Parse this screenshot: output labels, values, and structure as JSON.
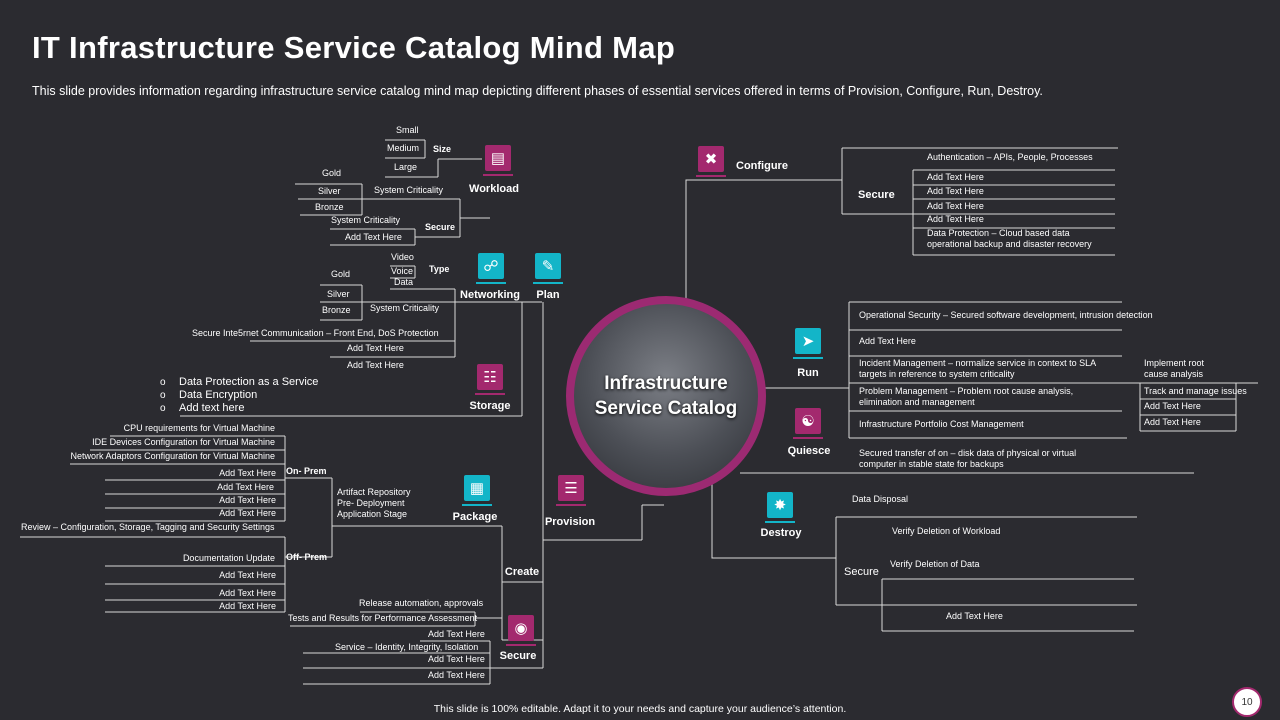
{
  "slide": {
    "title": "IT Infrastructure Service Catalog Mind Map",
    "subtitle": "This slide provides information regarding infrastructure service catalog mind map depicting different phases of essential services offered in terms of Provision, Configure, Run, Destroy.",
    "footer": "This slide is 100% editable. Adapt it to your needs and capture your audience’s attention.",
    "page_number": "10"
  },
  "hub": {
    "line1": "Infrastructure",
    "line2": "Service Catalog"
  },
  "nodes": {
    "workload": "Workload",
    "networking": "Networking",
    "plan": "Plan",
    "storage": "Storage",
    "package": "Package",
    "provision": "Provision",
    "create": "Create",
    "secure_bottom": "Secure",
    "configure": "Configure",
    "run": "Run",
    "quiesce": "Quiesce",
    "destroy": "Destroy"
  },
  "workload": {
    "size_label": "Size",
    "sizes": [
      "Small",
      "Medium",
      "Large"
    ],
    "system_criticality": "System Criticality",
    "tiers": [
      "Gold",
      "Silver",
      "Bronze"
    ],
    "secure_label": "Secure",
    "secure_items": [
      "System Criticality",
      "Add Text Here"
    ]
  },
  "networking": {
    "type_label": "Type",
    "types": [
      "Video",
      "Voice",
      "Data"
    ],
    "tiers": [
      "Gold",
      "Silver",
      "Bronze"
    ],
    "system_criticality": "System Criticality",
    "secure_comm": "Secure Inte5rnet Communication – Front End, DoS Protection",
    "add1": "Add Text Here",
    "add2": "Add Text Here"
  },
  "storage_list": [
    "Data Protection as a Service",
    "Data Encryption",
    "Add text here"
  ],
  "package": {
    "onprem_label": "On- Prem",
    "onprem_items": [
      "CPU requirements  for Virtual Machine",
      "IDE Devices Configuration for Virtual Machine",
      "Network Adaptors Configuration for Virtual Machine",
      "Add Text Here",
      "Add Text Here",
      "Add Text Here",
      "Add Text Here"
    ],
    "review": "Review – Configuration, Storage, Tagging  and Security Settings",
    "offprem_label": "Off- Prem",
    "offprem_items": [
      "Documentation Update",
      "Add Text Here",
      "Add Text Here",
      "Add Text Here"
    ],
    "artifact": [
      "Artifact Repository",
      "Pre- Deployment",
      "Application Stage"
    ]
  },
  "secure_bottom": {
    "release": "Release automation, approvals",
    "tests": "Tests and  Results for Performance Assessment",
    "add1": "Add Text Here",
    "service": "Service – Identity, Integrity, Isolation",
    "add2": "Add Text Here",
    "add3": "Add Text Here"
  },
  "configure": {
    "secure_label": "Secure",
    "items": [
      "Authentication – APIs, People,  Processes",
      "Add Text Here",
      "Add Text Here",
      "Add Text Here",
      "Add Text Here"
    ],
    "data_protection": [
      "Data Protection – Cloud based data",
      "operational backup and disaster recovery"
    ]
  },
  "run": {
    "operational": "Operational Security – Secured software development, intrusion detection",
    "add": "Add Text Here",
    "incident": [
      "Incident Management  – normalize  service in context to SLA",
      "targets in reference to system criticality"
    ],
    "problem": [
      "Problem Management  – Problem root cause analysis,",
      "elimination and management"
    ],
    "portfolio": "Infrastructure Portfolio Cost Management",
    "root_cause": [
      "Implement root",
      "cause analysis"
    ],
    "track": "Track and manage issues",
    "add_right1": "Add Text Here",
    "add_right2": "Add Text Here"
  },
  "quiesce": {
    "text": [
      "Secured transfer of on – disk data of physical or virtual",
      "computer in stable state for backups"
    ]
  },
  "destroy": {
    "data_disposal": "Data Disposal",
    "secure_label": "Secure",
    "items": [
      "Verify Deletion of Workload",
      "Verify Deletion of Data",
      "Add Text Here"
    ]
  },
  "colors": {
    "background": "#2b2b30",
    "accent_magenta": "#a3296e",
    "accent_cyan": "#13b5c8",
    "line": "#d9d9d9"
  }
}
